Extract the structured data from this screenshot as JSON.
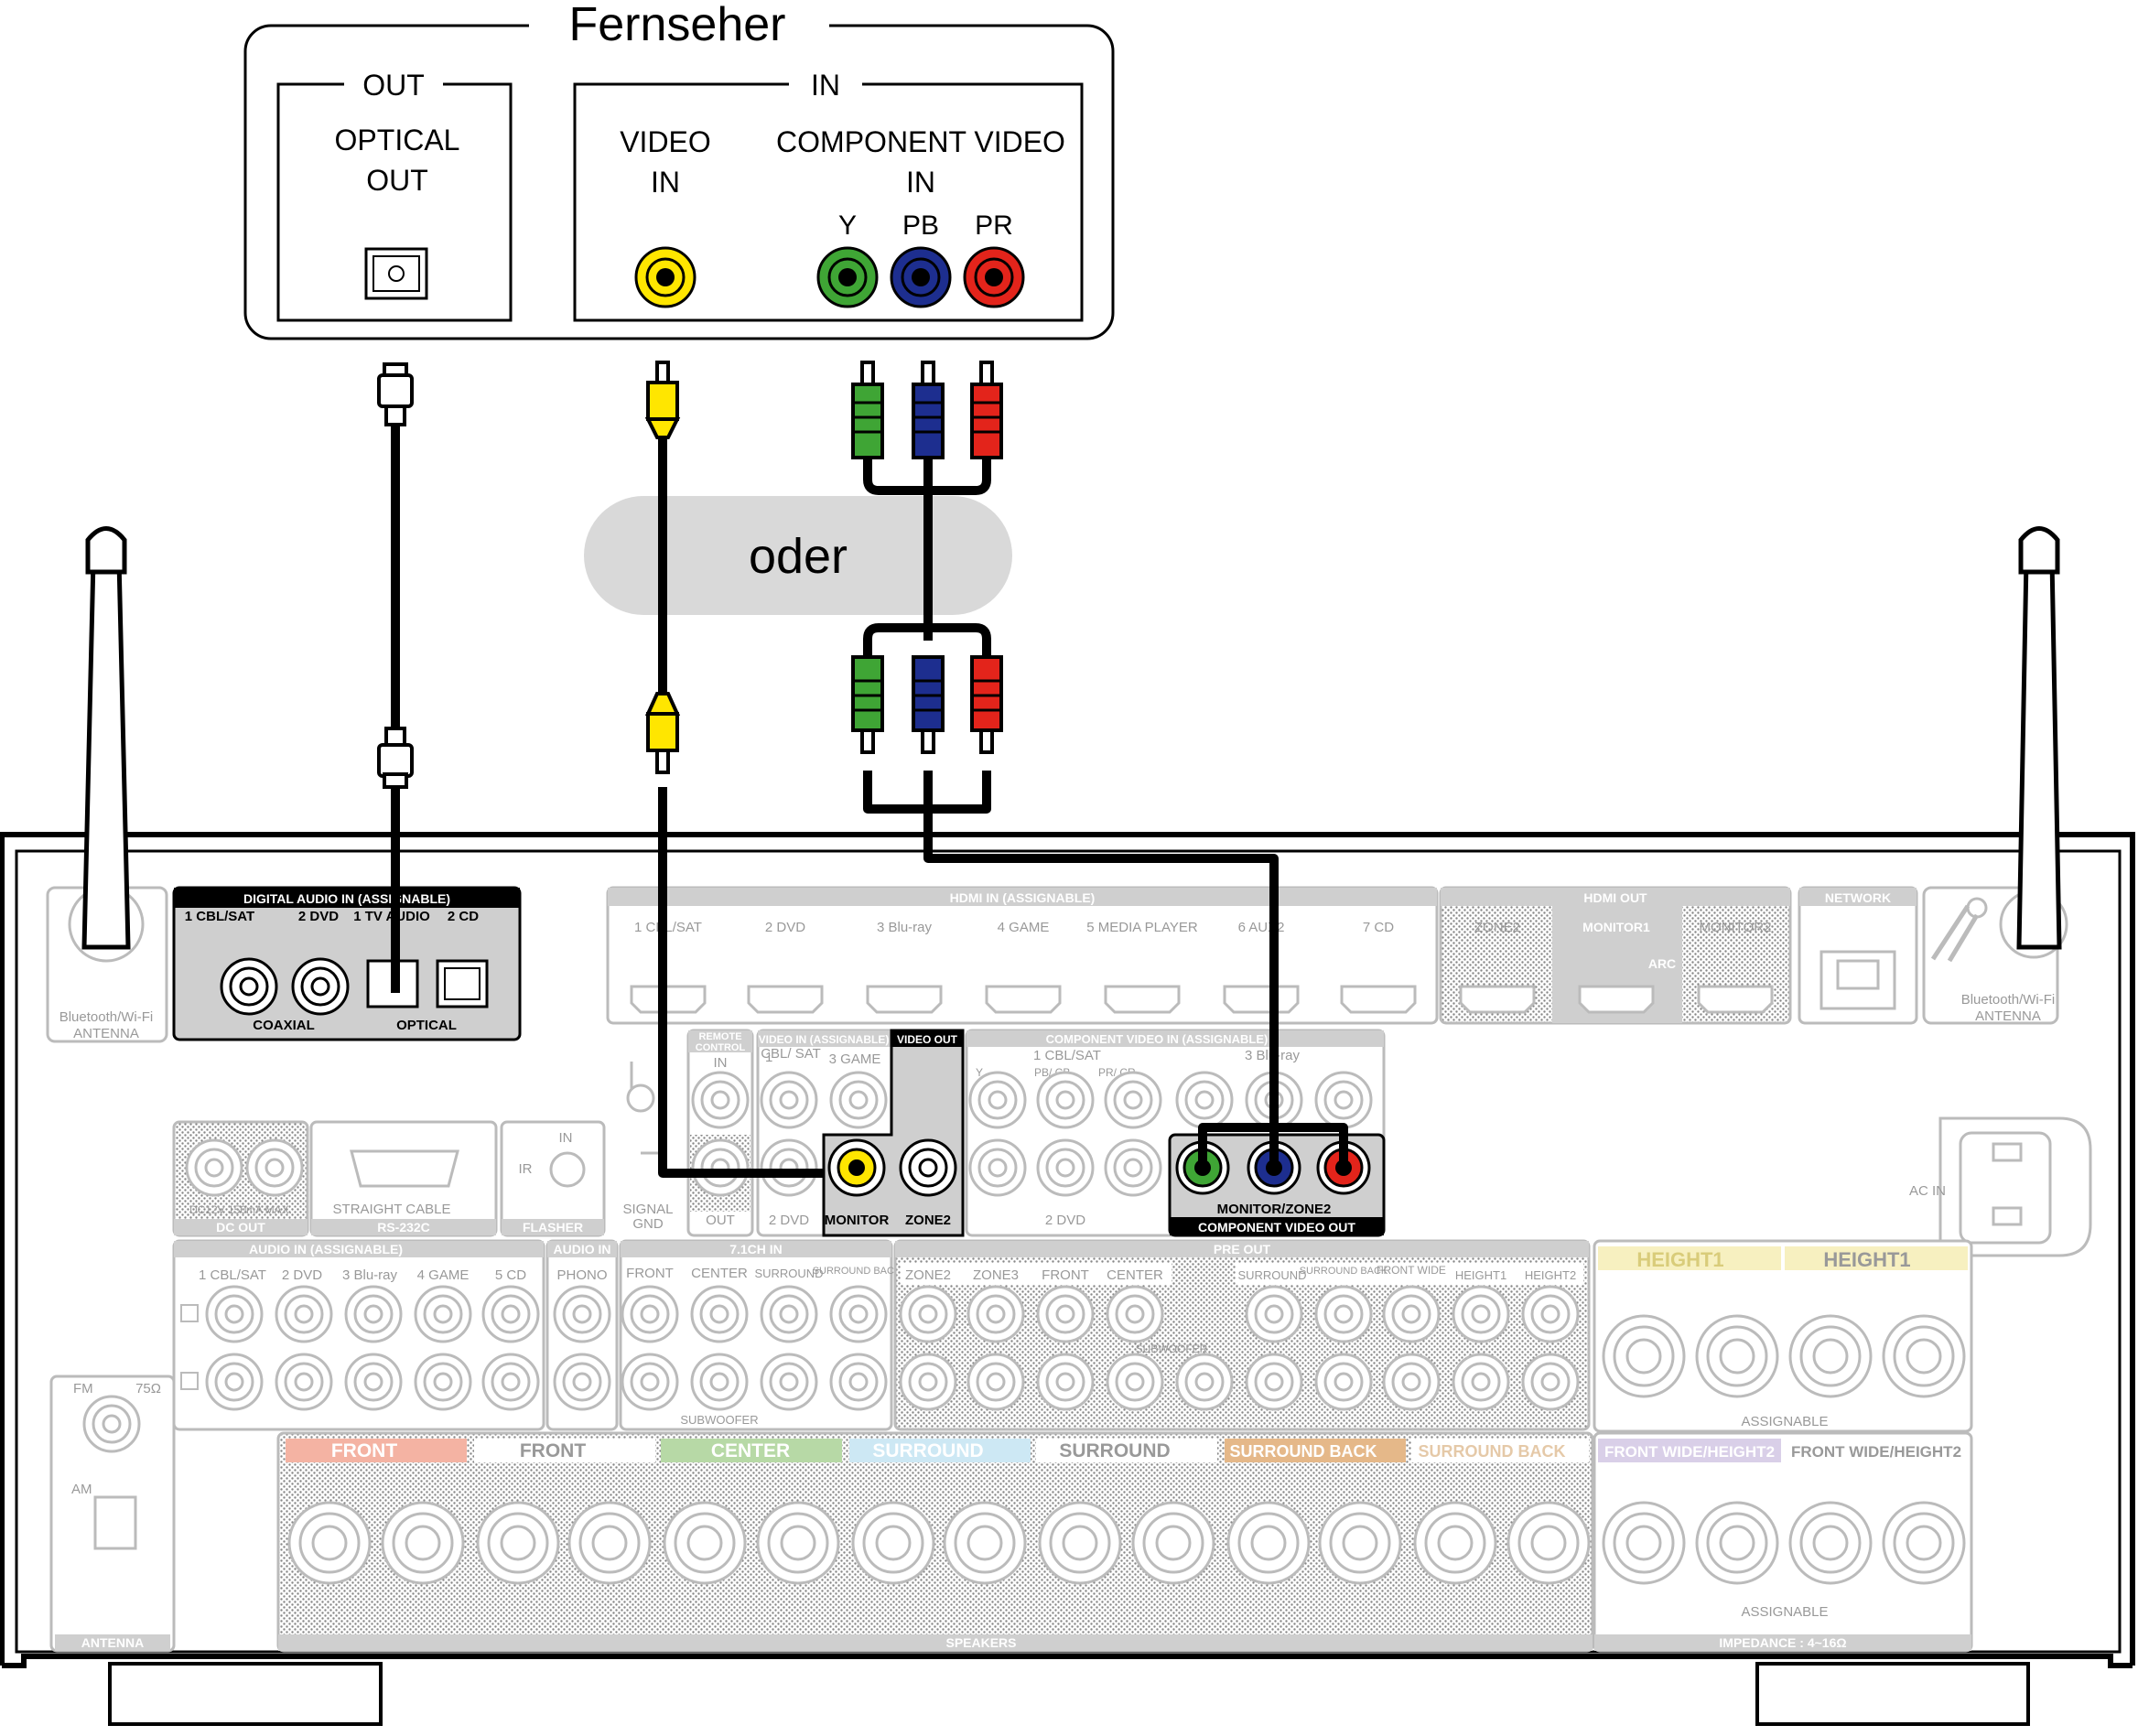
{
  "tv": {
    "title": "Fernseher",
    "out_label": "OUT",
    "optical_out": [
      "OPTICAL",
      "OUT"
    ],
    "in_label": "IN",
    "video_in": [
      "VIDEO",
      "IN"
    ],
    "component_in": [
      "COMPONENT VIDEO",
      "IN"
    ],
    "y": "Y",
    "pb": "PB",
    "pr": "PR"
  },
  "oder": "oder",
  "colors": {
    "yellow": "#ffe600",
    "green": "#3fa535",
    "blue": "#1d2e8f",
    "red": "#e3241b",
    "panel_grey": "#cfcfcf",
    "dark_header": "#000000"
  },
  "receiver": {
    "digital_audio_in": "DIGITAL AUDIO IN (ASSIGNABLE)",
    "digital_sources": [
      "1 CBL/SAT",
      "2 DVD",
      "1 TV AUDIO",
      "2 CD"
    ],
    "coaxial": "COAXIAL",
    "optical": "OPTICAL",
    "bt_antenna_left": [
      "Bluetooth/Wi-Fi",
      "ANTENNA"
    ],
    "bt_antenna_right": [
      "Bluetooth/Wi-Fi",
      "ANTENNA"
    ],
    "hdmi_in": "HDMI IN (ASSIGNABLE)",
    "hdmi_sources": [
      "1 CBL/SAT",
      "2 DVD",
      "3 Blu-ray",
      "4 GAME",
      "5 MEDIA PLAYER",
      "6 AUX2",
      "7 CD"
    ],
    "hdmi_out": "HDMI OUT",
    "hdmi_out_ports": [
      "ZONE2",
      "MONITOR1",
      "MONITOR2"
    ],
    "arc": "ARC",
    "network": "NETWORK",
    "remote_control": [
      "REMOTE",
      "CONTROL"
    ],
    "remote_in": "IN",
    "remote_out": "OUT",
    "video_in": "VIDEO IN (ASSIGNABLE)",
    "video_in_sources": [
      "1",
      "CBL/ SAT",
      "3 GAME",
      "2 DVD"
    ],
    "video_out": "VIDEO OUT",
    "video_out_ports": [
      "MONITOR",
      "ZONE2"
    ],
    "component_video_in": "COMPONENT VIDEO IN (ASSIGNABLE)",
    "component_in_sources": [
      "1 CBL/SAT",
      "3 Blu-ray",
      "2 DVD"
    ],
    "ypbpr": [
      "Y",
      "PB/ CB",
      "PR/ CR"
    ],
    "component_video_out": [
      "MONITOR/ZONE2",
      "COMPONENT VIDEO OUT"
    ],
    "dc_out": "DC OUT",
    "dc_out_spec": "DC12V 150mA MAX.",
    "rs232c": "RS-232C",
    "straight_cable": "STRAIGHT CABLE",
    "flasher": "FLASHER",
    "flasher_in": "IN",
    "ir": "IR",
    "signal_gnd": [
      "SIGNAL",
      "GND"
    ],
    "ac_in": "AC IN",
    "audio_in": "AUDIO IN (ASSIGNABLE)",
    "audio_in_sources": [
      "1 CBL/SAT",
      "2 DVD",
      "3 Blu-ray",
      "4 GAME",
      "5 CD"
    ],
    "audio_in_phono": "AUDIO IN",
    "phono": "PHONO",
    "ch71_in": "7.1CH IN",
    "ch71_sources": [
      "FRONT",
      "CENTER",
      "SURROUND",
      "SURROUND BACK"
    ],
    "subwoofer": "SUBWOOFER",
    "pre_out": "PRE OUT",
    "pre_out_sources": [
      "ZONE2",
      "ZONE3",
      "FRONT",
      "CENTER",
      "SURROUND",
      "SURROUND BACK",
      "FRONT WIDE",
      "HEIGHT1",
      "HEIGHT2"
    ],
    "subwoofer_12": "SUBWOOFER",
    "height_r": "HEIGHT1",
    "height_l": "HEIGHT1",
    "assignable": "ASSIGNABLE",
    "antenna": "ANTENNA",
    "fm": "FM",
    "fm_ohm": "75Ω",
    "am": "AM",
    "speaker_labels": [
      "FRONT",
      "FRONT",
      "CENTER",
      "SURROUND",
      "SURROUND",
      "SURROUND BACK",
      "SURROUND BACK",
      "FRONT WIDE/HEIGHT2",
      "FRONT WIDE/HEIGHT2"
    ],
    "speakers": "SPEAKERS",
    "impedance": "IMPEDANCE : 4~16Ω"
  }
}
